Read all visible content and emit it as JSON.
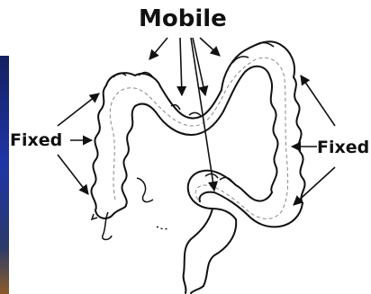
{
  "labels": {
    "mobile": "Mobile",
    "fixed_left": "Fixed",
    "fixed_right": "Fixed"
  },
  "colors": {
    "outline": "#111111",
    "fill": "#ffffff",
    "side_panel": "#1b2a8a"
  }
}
